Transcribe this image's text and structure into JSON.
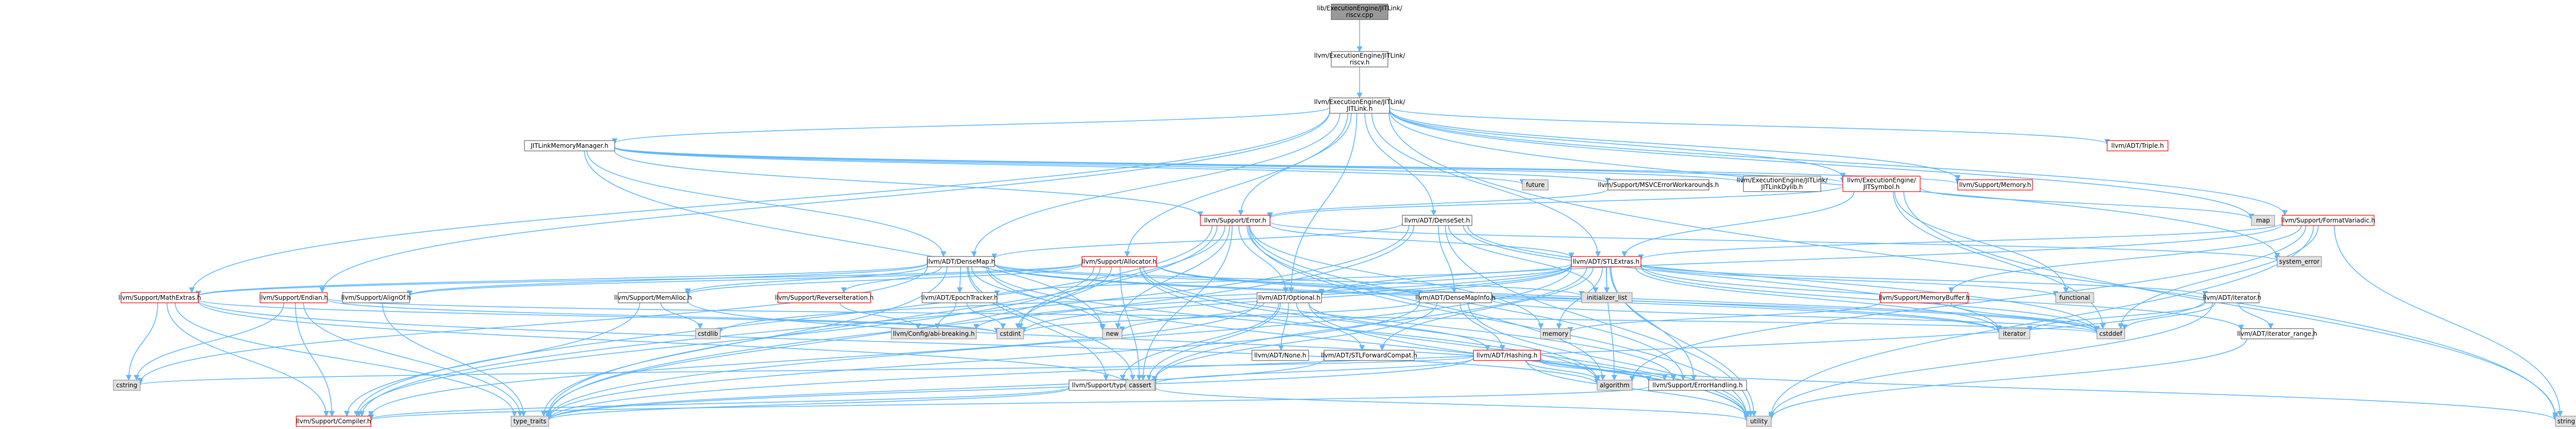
{
  "graph": {
    "nodes": [
      {
        "id": "riscv_cpp",
        "label": "lib/ExecutionEngine/JITLink/riscv.cpp",
        "kind": "root"
      },
      {
        "id": "riscv_h",
        "label": "llvm/ExecutionEngine/JITLink/riscv.h",
        "kind": "normal"
      },
      {
        "id": "jitlink_h",
        "label": "llvm/ExecutionEngine/JITLink/JITLink.h",
        "kind": "normal"
      },
      {
        "id": "jitlinkmm",
        "label": "JITLinkMemoryManager.h",
        "kind": "normal"
      },
      {
        "id": "triple",
        "label": "llvm/ADT/Triple.h",
        "kind": "red"
      },
      {
        "id": "future",
        "label": "future",
        "kind": "sys"
      },
      {
        "id": "msvcerr",
        "label": "llvm/Support/MSVCErrorWorkarounds.h",
        "kind": "normal"
      },
      {
        "id": "jitlinkdylib",
        "label": "llvm/ExecutionEngine/JITLink/JITLinkDylib.h",
        "kind": "normal"
      },
      {
        "id": "jitsymbol",
        "label": "llvm/ExecutionEngine/JITSymbol.h",
        "kind": "red"
      },
      {
        "id": "memory_h",
        "label": "llvm/Support/Memory.h",
        "kind": "red"
      },
      {
        "id": "error_h",
        "label": "llvm/Support/Error.h",
        "kind": "red"
      },
      {
        "id": "densemap",
        "label": "llvm/ADT/DenseMap.h",
        "kind": "normal"
      },
      {
        "id": "denseset",
        "label": "llvm/ADT/DenseSet.h",
        "kind": "normal"
      },
      {
        "id": "allocator",
        "label": "llvm/Support/Allocator.h",
        "kind": "red"
      },
      {
        "id": "stlextras",
        "label": "llvm/ADT/STLExtras.h",
        "kind": "red"
      },
      {
        "id": "formatvariadic",
        "label": "llvm/Support/FormatVariadic.h",
        "kind": "red"
      },
      {
        "id": "map",
        "label": "map",
        "kind": "sys"
      },
      {
        "id": "system_error",
        "label": "system_error",
        "kind": "sys"
      },
      {
        "id": "mathextras",
        "label": "llvm/Support/MathExtras.h",
        "kind": "red"
      },
      {
        "id": "endian",
        "label": "llvm/Support/Endian.h",
        "kind": "red"
      },
      {
        "id": "alignof",
        "label": "llvm/Support/AlignOf.h",
        "kind": "normal"
      },
      {
        "id": "memalloc",
        "label": "llvm/Support/MemAlloc.h",
        "kind": "normal"
      },
      {
        "id": "reverseiter",
        "label": "llvm/Support/ReverseIteration.h",
        "kind": "red"
      },
      {
        "id": "epochtracker",
        "label": "llvm/ADT/EpochTracker.h",
        "kind": "normal"
      },
      {
        "id": "optional",
        "label": "llvm/ADT/Optional.h",
        "kind": "normal"
      },
      {
        "id": "densemapinfo",
        "label": "llvm/ADT/DenseMapInfo.h",
        "kind": "normal"
      },
      {
        "id": "memorybuffer",
        "label": "llvm/Support/MemoryBuffer.h",
        "kind": "red"
      },
      {
        "id": "adt_iterator",
        "label": "llvm/ADT/iterator.h",
        "kind": "normal"
      },
      {
        "id": "iterator_range",
        "label": "llvm/ADT/iterator_range.h",
        "kind": "normal"
      },
      {
        "id": "init_list",
        "label": "initializer_list",
        "kind": "sys"
      },
      {
        "id": "functional",
        "label": "functional",
        "kind": "sys"
      },
      {
        "id": "cstdlib",
        "label": "cstdlib",
        "kind": "sys"
      },
      {
        "id": "new_h",
        "label": "new",
        "kind": "sys"
      },
      {
        "id": "configabi",
        "label": "llvm/Config/abi-breaking.h",
        "kind": "sys"
      },
      {
        "id": "cstdint",
        "label": "cstdint",
        "kind": "sys"
      },
      {
        "id": "memory_std",
        "label": "memory",
        "kind": "sys"
      },
      {
        "id": "iterator_std",
        "label": "iterator",
        "kind": "sys"
      },
      {
        "id": "cstddef",
        "label": "cstddef",
        "kind": "sys"
      },
      {
        "id": "none",
        "label": "llvm/ADT/None.h",
        "kind": "normal"
      },
      {
        "id": "stlforward",
        "label": "llvm/ADT/STLForwardCompat.h",
        "kind": "normal"
      },
      {
        "id": "hashing",
        "label": "llvm/ADT/Hashing.h",
        "kind": "red"
      },
      {
        "id": "cstring",
        "label": "cstring",
        "kind": "sys"
      },
      {
        "id": "typetraits_llvm",
        "label": "llvm/Support/type_traits.h",
        "kind": "normal"
      },
      {
        "id": "cassert",
        "label": "cassert",
        "kind": "sys"
      },
      {
        "id": "errorhandling",
        "label": "llvm/Support/ErrorHandling.h",
        "kind": "normal"
      },
      {
        "id": "algorithm",
        "label": "algorithm",
        "kind": "sys"
      },
      {
        "id": "compiler",
        "label": "llvm/Support/Compiler.h",
        "kind": "red"
      },
      {
        "id": "type_traits",
        "label": "type_traits",
        "kind": "sys"
      },
      {
        "id": "utility",
        "label": "utility",
        "kind": "sys"
      },
      {
        "id": "string",
        "label": "string",
        "kind": "sys"
      }
    ]
  }
}
